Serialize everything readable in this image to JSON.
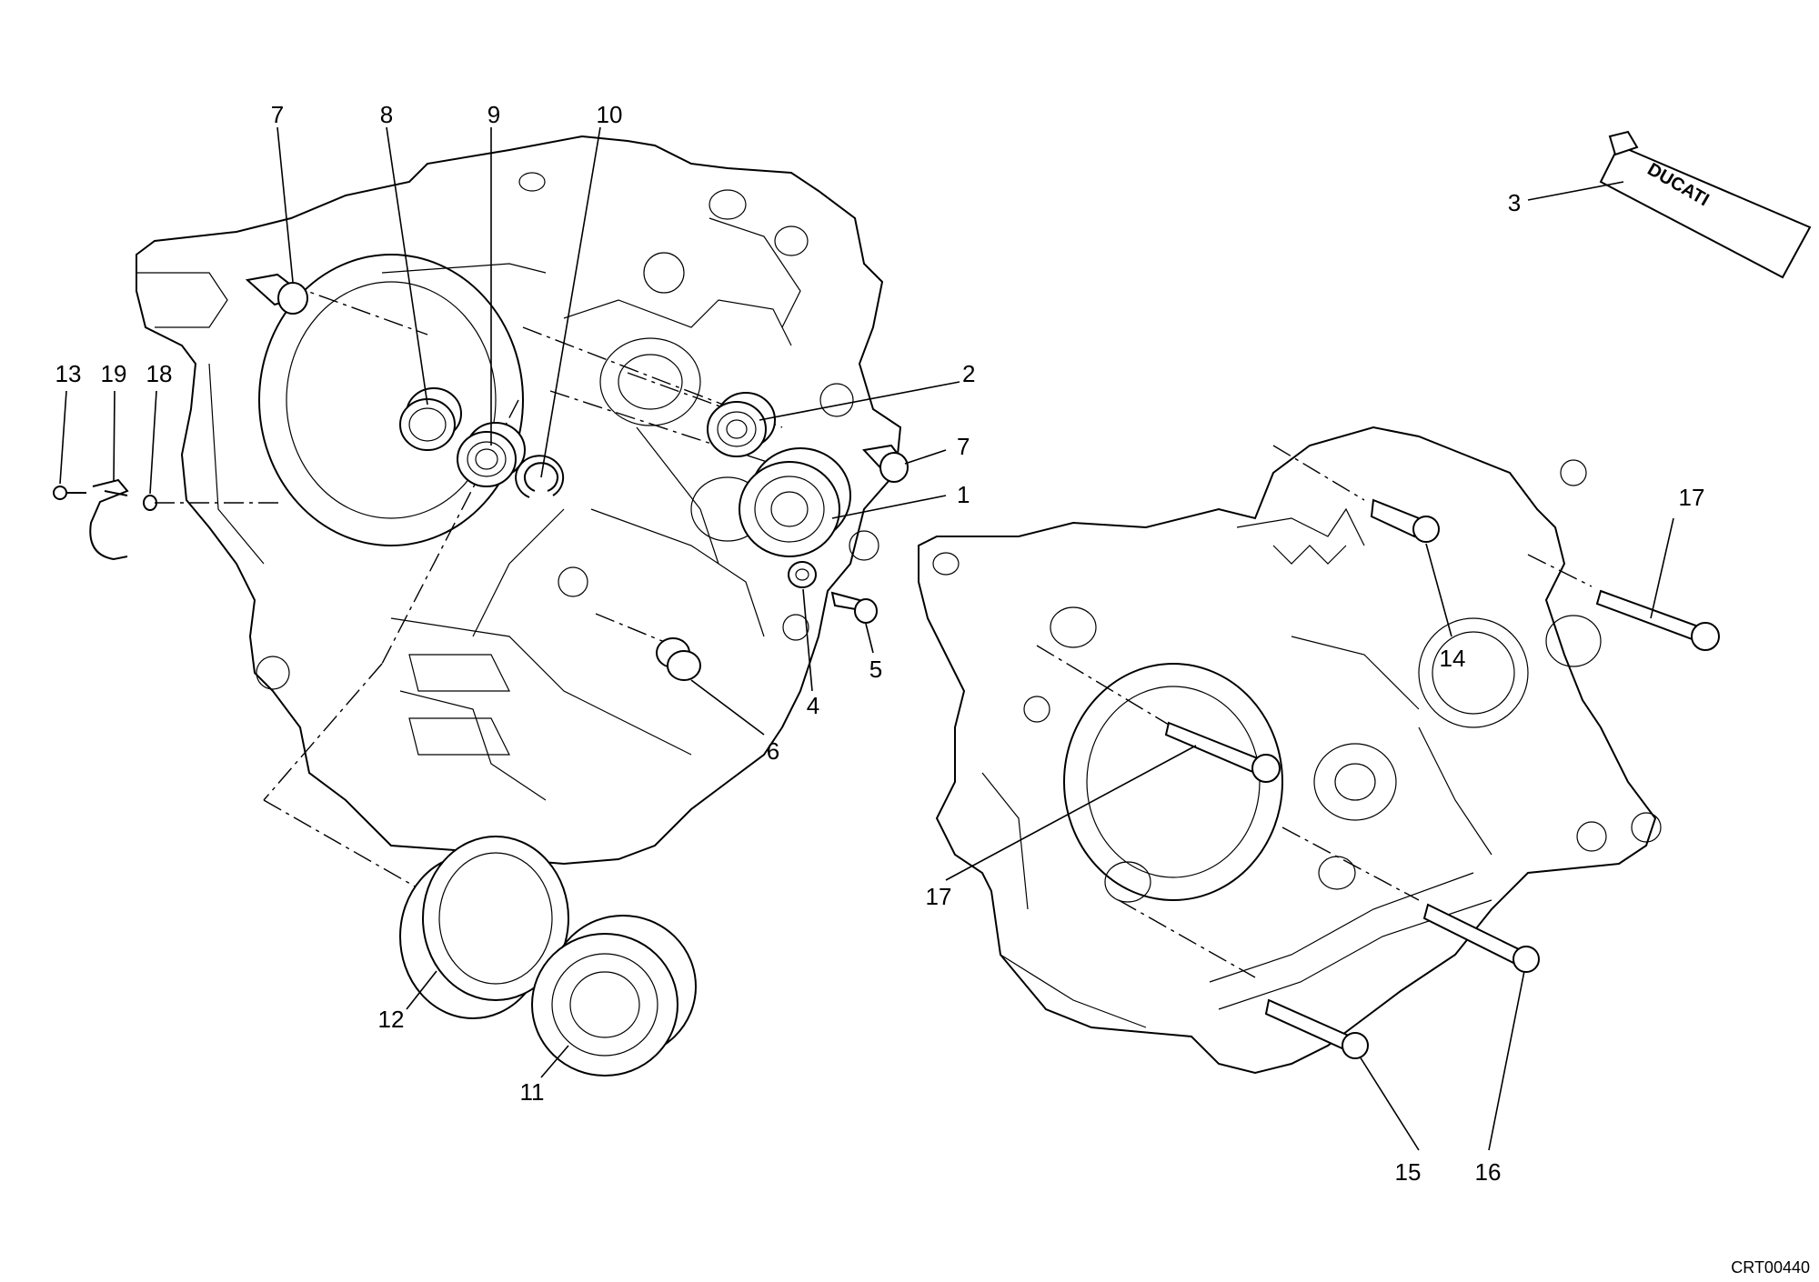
{
  "callouts": {
    "c1": "1",
    "c2": "2",
    "c3": "3",
    "c4": "4",
    "c5": "5",
    "c6": "6",
    "c7a": "7",
    "c7b": "7",
    "c8": "8",
    "c9": "9",
    "c10": "10",
    "c11": "11",
    "c12": "12",
    "c13": "13",
    "c14": "14",
    "c15": "15",
    "c16": "16",
    "c17a": "17",
    "c17b": "17",
    "c18": "18",
    "c19": "19"
  },
  "tube_brand": "DUCATI",
  "drawing_code": "CRT00440"
}
